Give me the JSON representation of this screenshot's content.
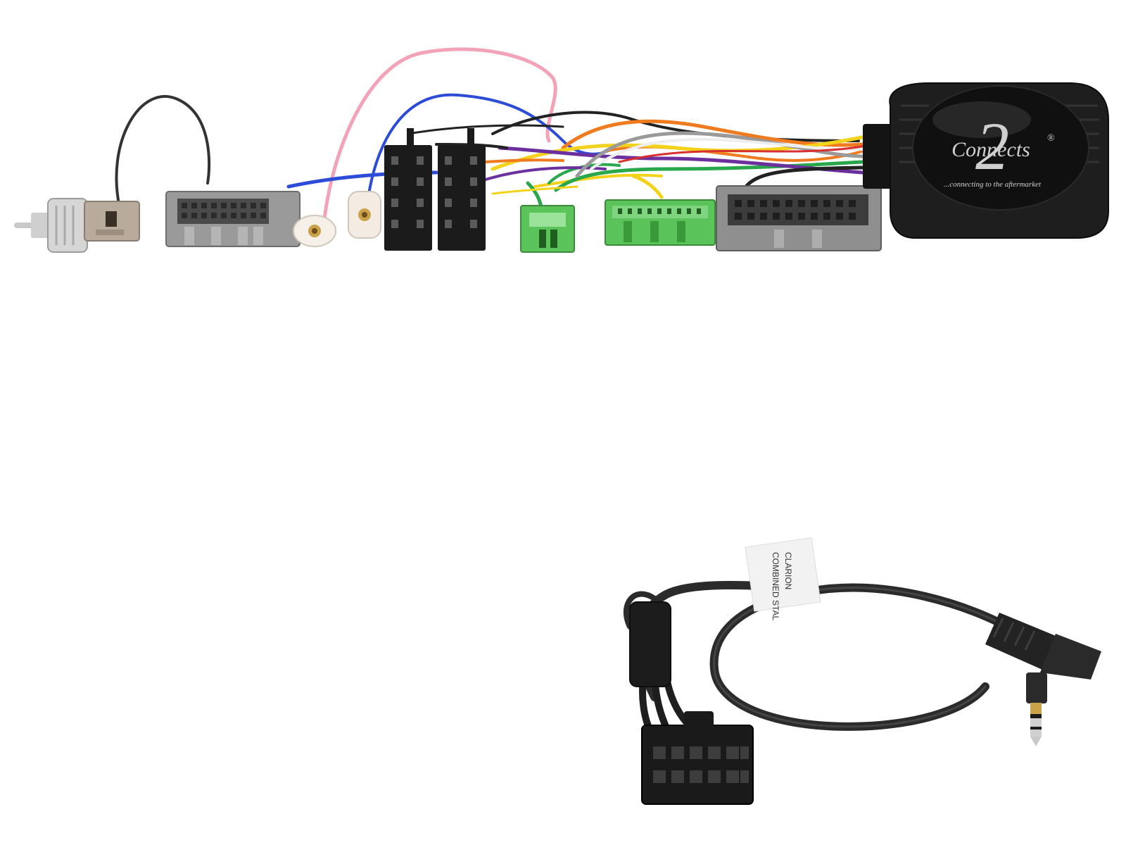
{
  "colors": {
    "background": "#ffffff",
    "module_body": "#1e1e1e",
    "connector_grey": "#8f8f8f",
    "connector_green": "#5ac35a",
    "connector_black": "#1b1b1b",
    "antenna_tan": "#b8ab9c",
    "wire_pink": "#f2a3b7",
    "wire_blue": "#2c4bd6",
    "wire_black": "#222222",
    "wire_orange": "#f07a1e",
    "wire_yellow": "#f2d21a",
    "wire_green": "#28a84a",
    "wire_violet": "#6c2f9e",
    "wire_grey": "#9a9a9a",
    "wire_white": "#eeeeee",
    "wire_red": "#d83030",
    "plug_silver": "#c8c8c8",
    "plug_gold": "#c9a24a"
  },
  "module": {
    "logo_main": "Connects",
    "logo_number": "2",
    "logo_registered": "®",
    "tagline": "...connecting to the aftermarket"
  },
  "cable": {
    "label_line1": "CLARION",
    "label_line2": "COMBINED STAL"
  },
  "icons": {
    "interface_module": "control-box-icon",
    "antenna_plug": "din-antenna-plug-icon",
    "iso_connector": "iso-connector-icon",
    "jack_plug": "3.5mm-jack-icon",
    "molex_connector": "12-pin-molex-icon"
  }
}
